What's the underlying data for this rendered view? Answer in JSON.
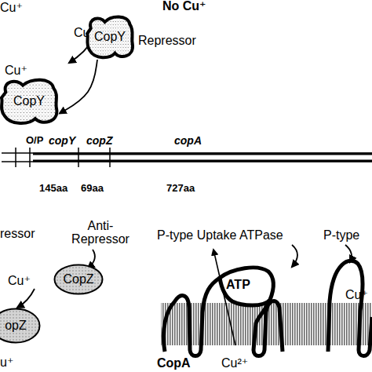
{
  "diagram": {
    "nodes": [
      {
        "text": [
          "CopY"
        ]
      },
      {
        "text": [
          "CopY"
        ]
      },
      {
        "text": [
          "CopZ"
        ]
      },
      {
        "text": [
          "opZ"
        ]
      },
      {
        "text": [
          "ATP"
        ]
      }
    ],
    "edges": [
      {
        "from": 0,
        "to": 1,
        "arrow": "to"
      }
    ],
    "labels": [
      "Cu⁺",
      "No Cu⁺",
      "Cu⁺",
      "Repressor",
      "Cu⁺",
      "O/P",
      "copY",
      "copZ",
      "copA",
      "145aa",
      "69aa",
      "727aa",
      "ressor",
      "Anti- Repressor",
      "P-type Uptake ATPase",
      "P-type",
      "Cu⁺",
      "u⁺",
      "CopA",
      "Cu²⁺",
      "Cu⁺"
    ]
  }
}
